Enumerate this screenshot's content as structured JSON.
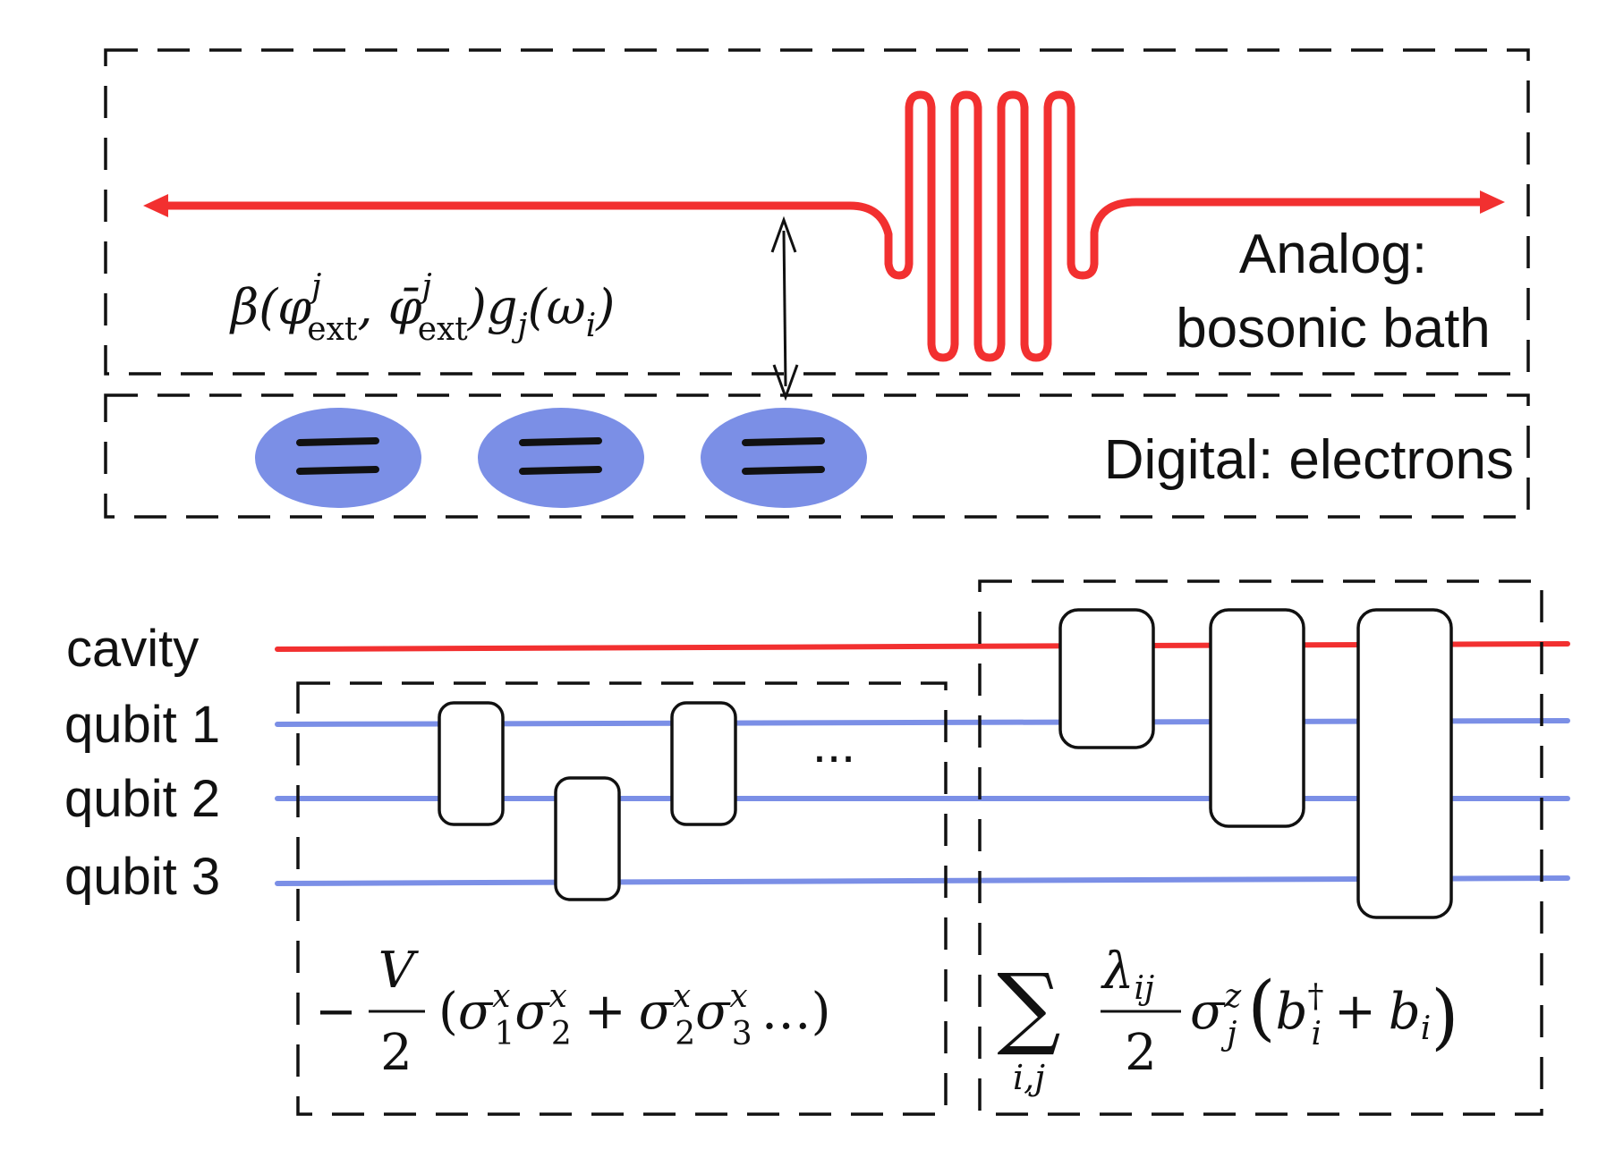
{
  "colors": {
    "bath_red": "#f23030",
    "electron_blue": "#7b8fe6",
    "qubit_wire": "#7b8fe6",
    "cavity_wire": "#f23030",
    "ink": "#111111"
  },
  "top": {
    "analog_label_line1": "Analog:",
    "analog_label_line2": "bosonic bath",
    "digital_label": "Digital: electrons",
    "coupling_formula": {
      "beta": "β(",
      "phi": "φ",
      "sup_j": "j",
      "sub_ext": "ext",
      "comma": ", ",
      "phibar": "φ̄",
      "sup_j2": "j",
      "sub_ext2": "ext",
      "close": ")",
      "g": "g",
      "sub_j": "j",
      "omega_open": "(ω",
      "sub_i": "i",
      "omega_close": ")"
    },
    "electron_count": 3,
    "electron_icon": "equals-sign"
  },
  "circuit": {
    "wire_labels": [
      "cavity",
      "qubit 1",
      "qubit 2",
      "qubit 3"
    ],
    "ellipsis": "...",
    "left_formula": {
      "minus": "−",
      "numerator": "V",
      "denominator": "2",
      "open": "(",
      "sigma": "σ",
      "sup_x": "x",
      "sub_1": "1",
      "sub_2": "2",
      "sub_3": "3",
      "plus": "+",
      "dots": "…",
      "close": ")"
    },
    "right_formula": {
      "sum": "∑",
      "sum_sub": "i,j",
      "lambda": "λ",
      "lambda_sub": "ij",
      "denominator": "2",
      "sigma": "σ",
      "sup_z": "z",
      "sub_j": "j",
      "open": "(",
      "b": "b",
      "dagger": "†",
      "sub_i": "i",
      "plus": "+",
      "close": ")"
    }
  }
}
